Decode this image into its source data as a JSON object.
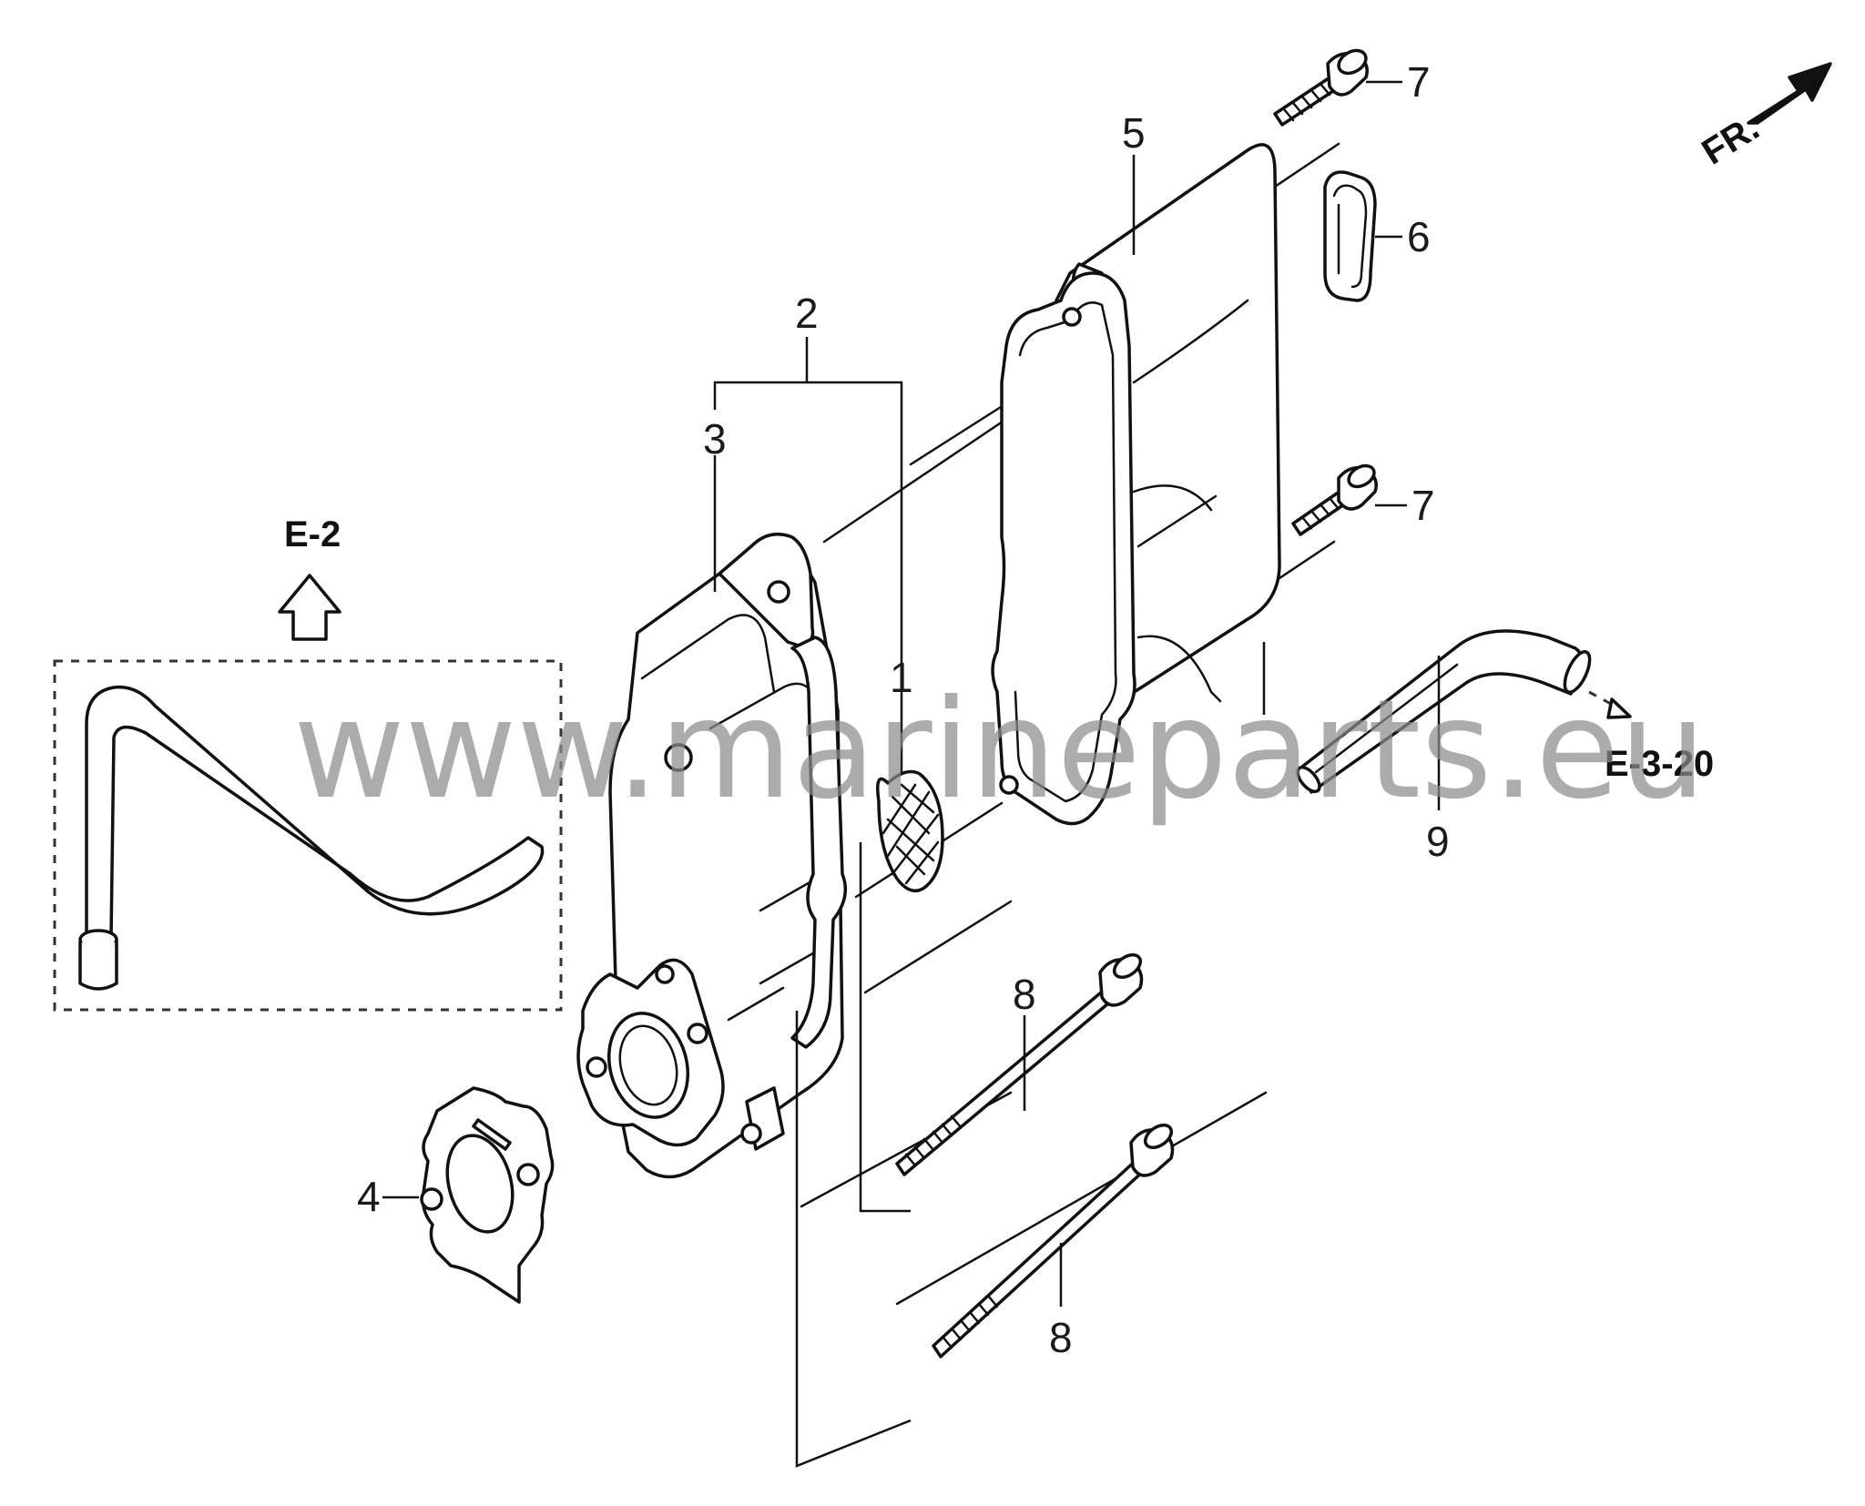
{
  "callouts": {
    "c1": "1",
    "c2": "2",
    "c3": "3",
    "c4": "4",
    "c5": "5",
    "c6": "6",
    "c7a": "7",
    "c7b": "7",
    "c8a": "8",
    "c8b": "8",
    "c9": "9"
  },
  "references": {
    "e2": "E-2",
    "e320": "E-3-20"
  },
  "orientation": {
    "front_label": "FR."
  },
  "watermark": "www.marineparts.eu"
}
